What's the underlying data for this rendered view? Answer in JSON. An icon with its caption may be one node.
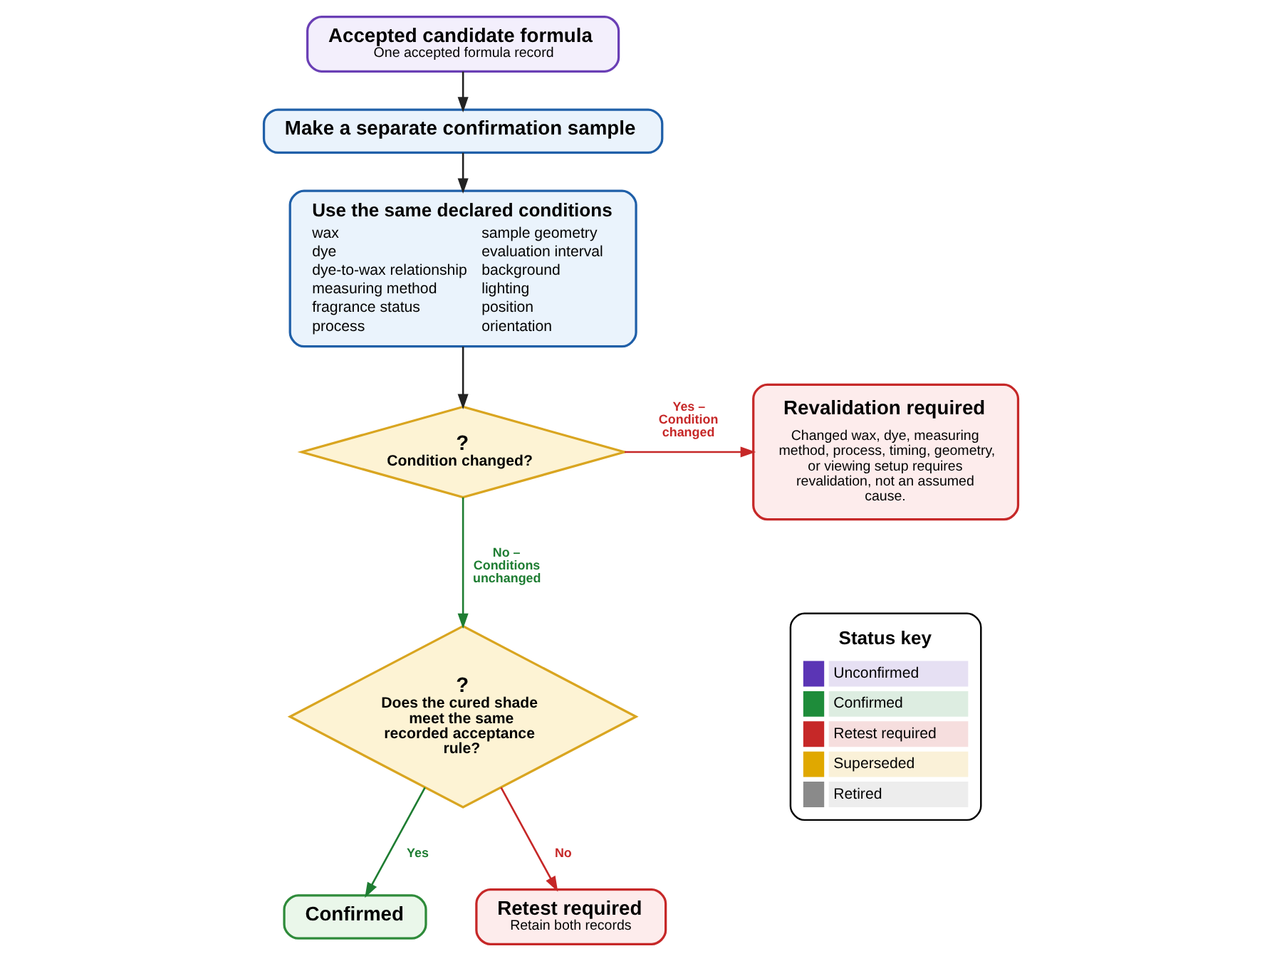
{
  "diagram": {
    "nodes": [
      {
        "text": [
          "Accepted candidate formula",
          "One accepted formula record"
        ]
      },
      {
        "text": [
          "Make a separate confirmation sample"
        ]
      },
      {
        "text": [
          "Use the same declared conditions",
          "wax",
          "dye",
          "dye-to-wax relationship",
          "measuring method",
          "fragrance status",
          "process",
          "sample geometry",
          "evaluation interval",
          "background",
          "lighting",
          "position",
          "orientation"
        ]
      },
      {
        "text": [
          "?",
          "Condition changed?"
        ]
      },
      {
        "text": [
          "Revalidation required",
          "Changed wax, dye, measuring method, process, timing, geometry, or viewing setup requires revalidation, not an assumed cause."
        ]
      },
      {
        "text": [
          "?",
          "Does the cured shade meet the same recorded acceptance rule?"
        ]
      },
      {
        "text": [
          "Confirmed"
        ]
      },
      {
        "text": [
          "Retest required",
          "Retain both records"
        ]
      }
    ],
    "edges": [
      {
        "from": 0,
        "to": 1,
        "arrow": "to"
      },
      {
        "from": 1,
        "to": 2,
        "arrow": "to"
      },
      {
        "from": 2,
        "to": 3,
        "arrow": "to"
      },
      {
        "from": 3,
        "to": 4,
        "arrow": "to",
        "label": "Yes – Condition changed",
        "color": "#c62828"
      },
      {
        "from": 3,
        "to": 5,
        "arrow": "to",
        "label": "No – Conditions unchanged",
        "color": "#1e7d32"
      },
      {
        "from": 5,
        "to": 6,
        "arrow": "to",
        "label": "Yes",
        "color": "#1e7d32"
      },
      {
        "from": 5,
        "to": 7,
        "arrow": "to",
        "label": "No",
        "color": "#c62828"
      }
    ],
    "labels": [
      "Status key"
    ],
    "legend": [
      {
        "text": "Unconfirmed",
        "color": "#5b35b5"
      },
      {
        "text": "Confirmed",
        "color": "#1e8c3a"
      },
      {
        "text": "Retest required",
        "color": "#c62828"
      },
      {
        "text": "Superseded",
        "color": "#e0a800"
      },
      {
        "text": "Retired",
        "color": "#8a8a8a"
      }
    ]
  }
}
